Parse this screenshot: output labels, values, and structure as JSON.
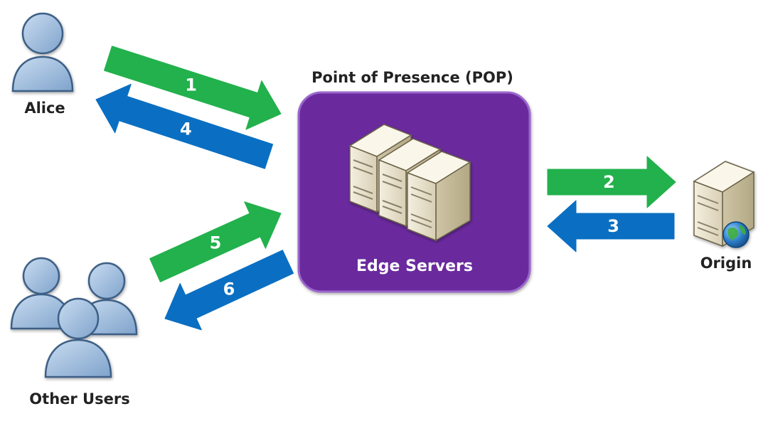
{
  "diagram": {
    "pop_title": "Point of Presence (POP)",
    "pop_label": "Edge Servers",
    "alice_label": "Alice",
    "others_label": "Other Users",
    "origin_label": "Origin",
    "arrows": [
      {
        "id": "1",
        "label": "1",
        "color": "#22b14c",
        "from": "Alice",
        "to": "Point of Presence (POP)"
      },
      {
        "id": "2",
        "label": "2",
        "color": "#22b14c",
        "from": "Point of Presence (POP)",
        "to": "Origin"
      },
      {
        "id": "3",
        "label": "3",
        "color": "#0a6fc2",
        "from": "Origin",
        "to": "Point of Presence (POP)"
      },
      {
        "id": "4",
        "label": "4",
        "color": "#0a6fc2",
        "from": "Point of Presence (POP)",
        "to": "Alice"
      },
      {
        "id": "5",
        "label": "5",
        "color": "#22b14c",
        "from": "Other Users",
        "to": "Point of Presence (POP)"
      },
      {
        "id": "6",
        "label": "6",
        "color": "#0a6fc2",
        "from": "Point of Presence (POP)",
        "to": "Other Users"
      }
    ],
    "colors": {
      "pop_fill": "#6a2a9e",
      "pop_stroke": "#8a4bc0",
      "green_arrow": "#22b14c",
      "blue_arrow": "#0a6fc2",
      "user_fill": "#a9c6e6",
      "user_stroke": "#3d5f86",
      "server_fill": "#efe9d6"
    }
  }
}
